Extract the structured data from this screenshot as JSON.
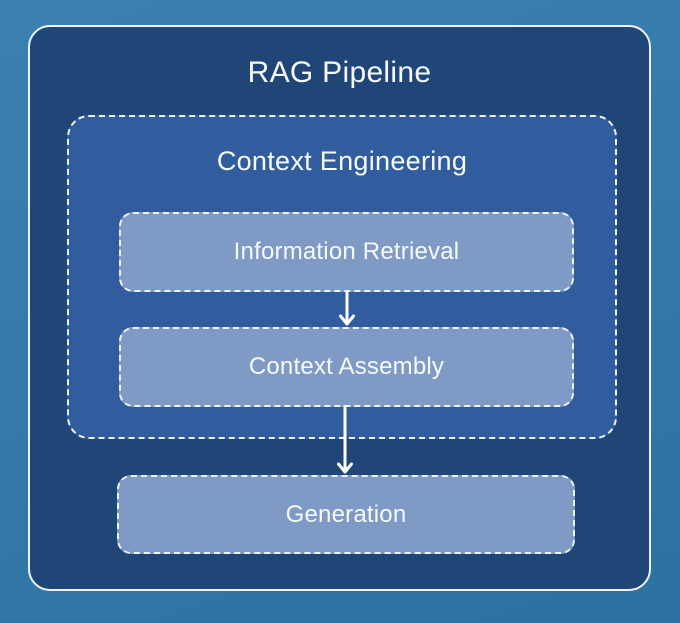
{
  "colors": {
    "page_bg": "#2e79ac",
    "panel_bg": "#1f4677",
    "group_bg": "#315d9e",
    "node_bg": "#7e9ac5",
    "border_light": "#edf3f9",
    "text_light": "#f7fafc",
    "arrow": "#ffffff"
  },
  "diagram": {
    "title": "RAG Pipeline",
    "group": {
      "label": "Context Engineering",
      "nodes": [
        {
          "label": "Information Retrieval"
        },
        {
          "label": "Context Assembly"
        }
      ]
    },
    "final_node": {
      "label": "Generation"
    }
  }
}
